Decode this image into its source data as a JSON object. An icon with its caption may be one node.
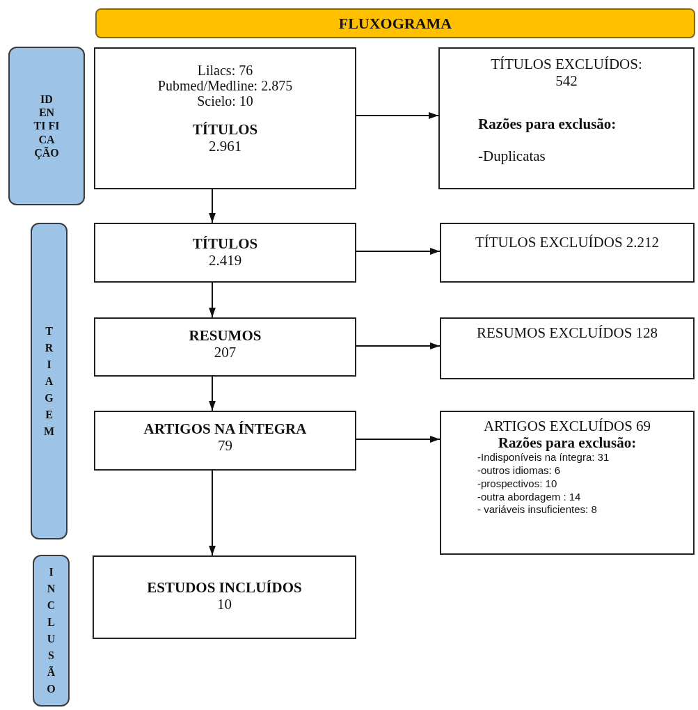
{
  "diagram": {
    "title": "FLUXOGRAMA",
    "nodes": [
      {
        "text": [
          "ID EN TI FI CA ÇÃO"
        ]
      },
      {
        "text": [
          "TRIAGEM"
        ]
      },
      {
        "text": [
          "INCLUSÃO"
        ]
      },
      {
        "text": [
          "Lilacs: 76",
          "Pubmed/Medline: 2.875",
          "Scielo: 10",
          "TÍTULOS",
          "2.961"
        ]
      },
      {
        "text": [
          "TÍTULOS EXCLUÍDOS: 542",
          "Razões para exclusão:",
          "-Duplicatas"
        ]
      },
      {
        "text": [
          "TÍTULOS",
          "2.419"
        ]
      },
      {
        "text": [
          "TÍTULOS EXCLUÍDOS 2.212"
        ]
      },
      {
        "text": [
          "RESUMOS",
          "207"
        ]
      },
      {
        "text": [
          "RESUMOS EXCLUÍDOS 128"
        ]
      },
      {
        "text": [
          "ARTIGOS NA ÍNTEGRA",
          "79"
        ]
      },
      {
        "text": [
          "ARTIGOS EXCLUÍDOS 69",
          "Razões para exclusão:",
          "-Indisponíveis na íntegra: 31",
          "-outros idiomas: 6",
          "-prospectivos: 10",
          "-outra abordagem : 14",
          "- variáveis insuficientes: 8"
        ]
      },
      {
        "text": [
          "ESTUDOS INCLUÍDOS",
          "10"
        ]
      }
    ],
    "edges": [
      {
        "from": 3,
        "to": 4,
        "arrow": "to"
      },
      {
        "from": 3,
        "to": 5,
        "arrow": "to"
      },
      {
        "from": 5,
        "to": 6,
        "arrow": "to"
      },
      {
        "from": 5,
        "to": 7,
        "arrow": "to"
      },
      {
        "from": 7,
        "to": 8,
        "arrow": "to"
      },
      {
        "from": 7,
        "to": 9,
        "arrow": "to"
      },
      {
        "from": 9,
        "to": 10,
        "arrow": "to"
      },
      {
        "from": 9,
        "to": 11,
        "arrow": "to"
      }
    ]
  }
}
